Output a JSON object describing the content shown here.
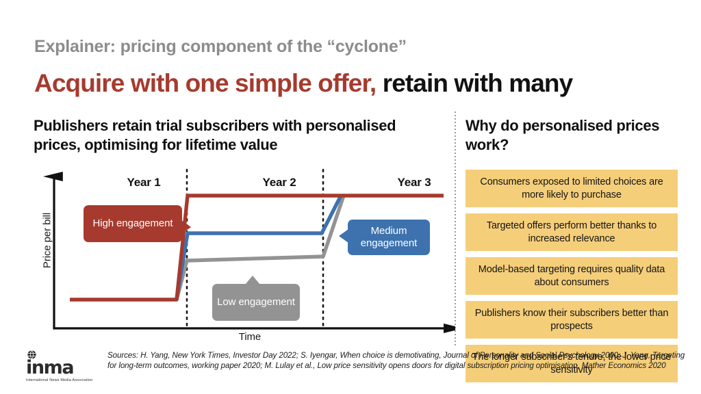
{
  "header": {
    "eyebrow": "Explainer: pricing component of the “cyclone”",
    "headline_red": "Acquire with one simple offer,",
    "headline_black": " retain with many"
  },
  "left_column": {
    "subhead": "Publishers retain trial subscribers with personalised prices, optimising for lifetime value"
  },
  "right_column": {
    "subhead": "Why do personalised prices work?",
    "reasons": [
      "Consumers exposed to limited choices are more likely to purchase",
      "Targeted offers perform better thanks to increased relevance",
      "Model-based targeting requires quality data about consumers",
      "Publishers know their subscribers better than prospects",
      "The longer subscriber's tenure, the lower price sensitivity"
    ]
  },
  "callouts": {
    "high": "High engagement",
    "medium": "Medium engagement",
    "low": "Low engagement"
  },
  "footer": {
    "sources": "Sources: H. Yang, New York Times, Investor Day 2022; S. Iyengar, When choice is demotivating, Journal of Personality and Social Psychology 2000; J. Yang, Targeting for long-term outcomes, working paper 2020; M. Lulay et al., Low price sensitivity opens doors for digital subscription pricing optimisation, Mather Economics 2020",
    "logo_word": "inma",
    "logo_tagline": "International News Media Association"
  },
  "chart_data": {
    "type": "line",
    "title": "Publishers retain trial subscribers with personalised prices, optimising for lifetime value",
    "xlabel": "Time",
    "ylabel": "Price per bill",
    "grid": false,
    "legend": "callouts-on-plot",
    "x": [
      0,
      1,
      2,
      3
    ],
    "categories": [
      "Year 1",
      "Year 2",
      "Year 3"
    ],
    "period_boundaries": [
      1,
      2
    ],
    "xlim": [
      0,
      3
    ],
    "ylim": [
      0,
      1
    ],
    "series": [
      {
        "name": "High engagement",
        "color": "#A63A2E",
        "values": [
          0.22,
          0.22,
          0.86,
          0.86,
          0.86
        ]
      },
      {
        "name": "Medium engagement",
        "color": "#3D72AE",
        "values": [
          null,
          0.16,
          0.58,
          0.58,
          0.86
        ]
      },
      {
        "name": "Low engagement",
        "color": "#939393",
        "values": [
          null,
          0.14,
          0.36,
          0.38,
          0.86
        ]
      }
    ],
    "annotations": [
      {
        "label": "Year 1",
        "x": 0.5
      },
      {
        "label": "Year 2",
        "x": 1.5
      },
      {
        "label": "Year 3",
        "x": 2.5
      }
    ],
    "axis_arrows": true,
    "tick_labels": {
      "x": [],
      "y": []
    }
  }
}
